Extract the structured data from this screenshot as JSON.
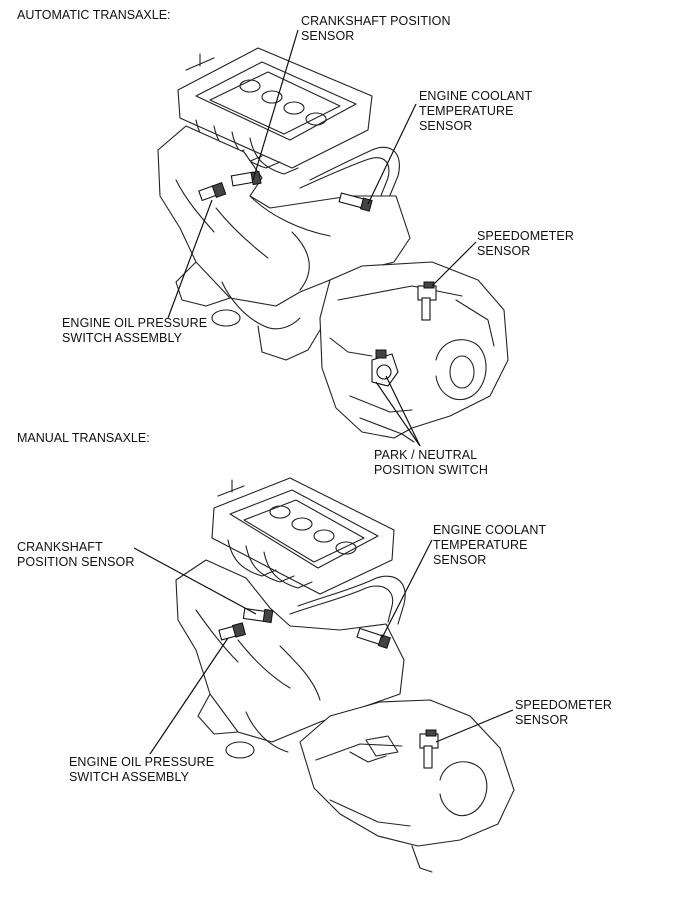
{
  "sections": {
    "automatic": {
      "heading": "AUTOMATIC TRANSAXLE:",
      "labels": {
        "crankshaft": "CRANKSHAFT POSITION\nSENSOR",
        "coolant": "ENGINE COOLANT\nTEMPERATURE\nSENSOR",
        "speedometer": "SPEEDOMETER\nSENSOR",
        "oil_pressure": "ENGINE OIL PRESSURE\nSWITCH ASSEMBLY",
        "park_neutral": "PARK / NEUTRAL\nPOSITION SWITCH"
      }
    },
    "manual": {
      "heading": "MANUAL TRANSAXLE:",
      "labels": {
        "crankshaft": "CRANKSHAFT\nPOSITION SENSOR",
        "coolant": "ENGINE COOLANT\nTEMPERATURE\nSENSOR",
        "speedometer": "SPEEDOMETER\nSENSOR",
        "oil_pressure": "ENGINE OIL PRESSURE\nSWITCH ASSEMBLY"
      }
    }
  }
}
